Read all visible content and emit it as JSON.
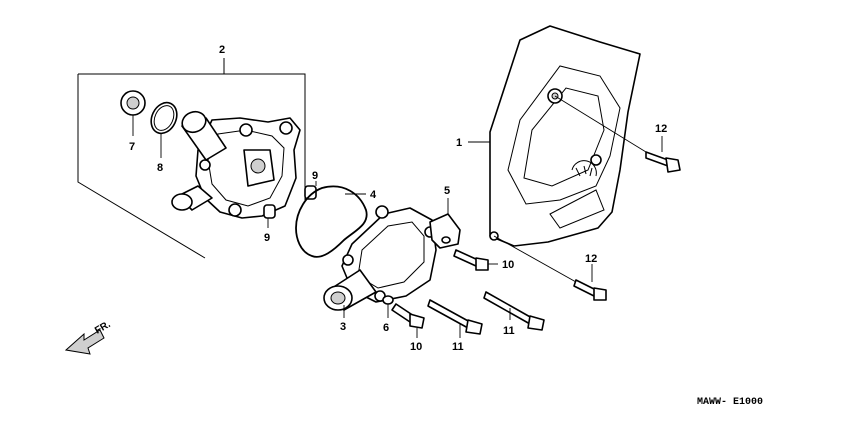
{
  "callouts": {
    "c1": "1",
    "c2": "2",
    "c3": "3",
    "c4": "4",
    "c5": "5",
    "c6": "6",
    "c7": "7",
    "c8": "8",
    "c9a": "9",
    "c9b": "9",
    "c10a": "10",
    "c10b": "10",
    "c11a": "11",
    "c11b": "11",
    "c12a": "12",
    "c12b": "12"
  },
  "direction_label": "FR.",
  "diagram_code": "MAWW- E1000"
}
